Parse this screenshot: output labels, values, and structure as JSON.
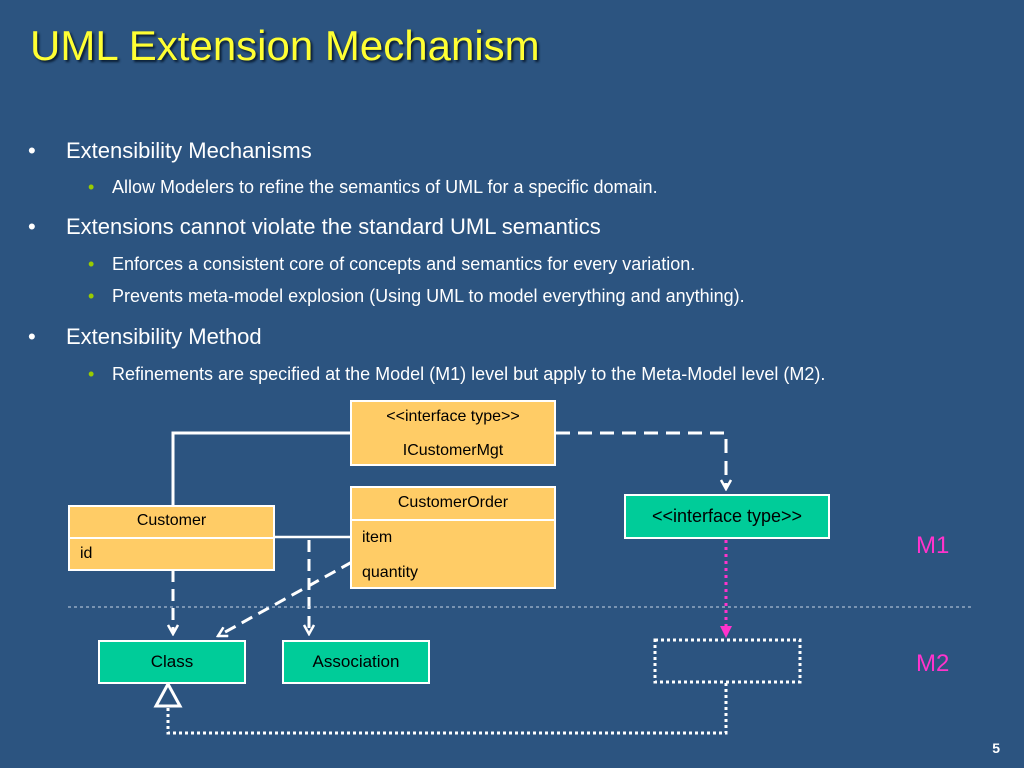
{
  "slide": {
    "title": "UML Extension Mechanism",
    "page_number": "5"
  },
  "bullets": [
    {
      "text": "Extensibility Mechanisms",
      "subs": [
        "Allow Modelers to refine the semantics of UML for a specific domain."
      ]
    },
    {
      "text": "Extensions cannot violate the standard UML semantics",
      "subs": [
        "Enforces a consistent core of concepts and semantics for every variation.",
        "Prevents meta-model explosion (Using UML to model everything and anything)."
      ]
    },
    {
      "text": "Extensibility Method",
      "subs": [
        "Refinements are specified at the Model (M1) level but apply to the Meta-Model level (M2)."
      ]
    }
  ],
  "diagram": {
    "interface_box": {
      "stereotype": "<<interface type>>",
      "name": "ICustomerMgt"
    },
    "customer_order": {
      "name": "CustomerOrder",
      "attributes": [
        "item",
        "quantity"
      ]
    },
    "customer": {
      "name": "Customer",
      "attributes": [
        "id"
      ]
    },
    "interface_type_meta": {
      "label": "<<interface type>>"
    },
    "class_meta": {
      "label": "Class"
    },
    "association_meta": {
      "label": "Association"
    },
    "level_m1": "M1",
    "level_m2": "M2"
  },
  "colors": {
    "background": "#2c5480",
    "title": "#ffff33",
    "sub_bullet": "#99cc00",
    "model_box": "#ffcc66",
    "meta_box": "#00cc99",
    "level_label": "#ff33cc"
  }
}
